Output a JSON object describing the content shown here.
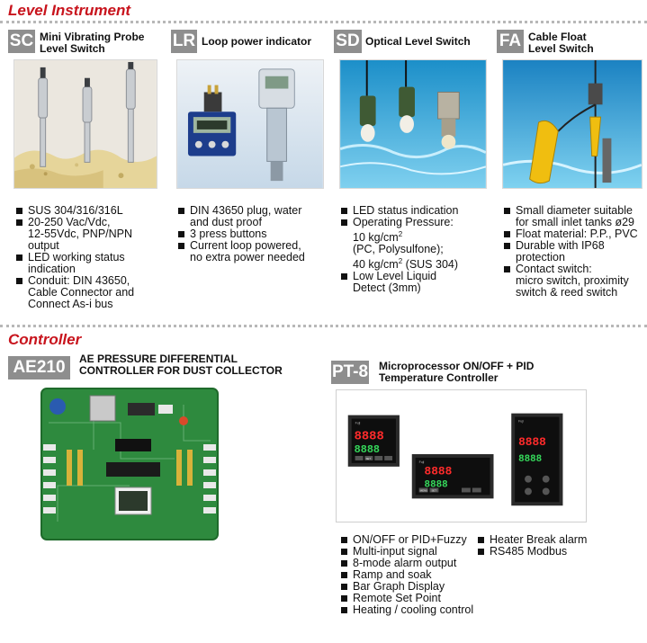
{
  "sections": {
    "level_instrument": "Level Instrument",
    "controller": "Controller"
  },
  "products": [
    {
      "code": "SC",
      "title_lines": [
        "Mini Vibrating Probe",
        "Level Switch"
      ],
      "specs": [
        [
          "SUS 304/316/316L"
        ],
        [
          "20-250 Vac/Vdc,",
          "12-55Vdc, PNP/NPN",
          "output"
        ],
        [
          "LED working status",
          "indication"
        ],
        [
          "Conduit: DIN 43650,",
          "Cable Connector and",
          "Connect As-i bus"
        ]
      ]
    },
    {
      "code": "LR",
      "title_lines": [
        "Loop power indicator"
      ],
      "specs": [
        [
          "DIN 43650 plug, water",
          "and dust proof"
        ],
        [
          "3 press buttons"
        ],
        [
          "Current loop powered,",
          "no extra power needed"
        ]
      ]
    },
    {
      "code": "SD",
      "title_lines": [
        "Optical Level Switch"
      ],
      "specs": [
        [
          "LED status indication"
        ],
        [
          "Operating Pressure:",
          "10 kg/cm",
          "(PC, Polysulfone);",
          "40 kg/cm",
          "(SUS 304)"
        ],
        [
          "Low Level Liquid",
          "Detect (3mm)"
        ]
      ],
      "superscript": "2"
    },
    {
      "code": "FA",
      "title_lines": [
        "Cable Float",
        "Level Switch"
      ],
      "specs": [
        [
          "Small diameter suitable",
          "for small inlet tanks ø29"
        ],
        [
          "Float material: P.P., PVC"
        ],
        [
          "Durable with IP68",
          "protection"
        ],
        [
          "Contact switch:",
          "micro switch, proximity",
          "switch & reed switch"
        ]
      ]
    }
  ],
  "controllers": [
    {
      "code": "AE210",
      "title_lines": [
        "AE PRESSURE DIFFERENTIAL",
        "CONTROLLER FOR DUST COLLECTOR"
      ]
    },
    {
      "code": "PT-8",
      "title_lines": [
        "Microprocessor ON/OFF + PID",
        "Temperature Controller"
      ],
      "specs_left": [
        "ON/OFF or PID+Fuzzy",
        "Multi-input signal",
        "8-mode alarm output",
        "Ramp and soak",
        "Bar Graph Display",
        "Remote Set Point",
        "Heating / cooling control"
      ],
      "specs_right": [
        "Heater Break alarm",
        "RS485 Modbus"
      ],
      "display_readout": "8888",
      "panel_brand": "Fuji",
      "key_labels": [
        "SET",
        "MENU"
      ]
    }
  ],
  "colors": {
    "accent_red": "#c8141d",
    "badge_gray": "#8e8e8e",
    "pcb_green": "#2e8a3e"
  }
}
